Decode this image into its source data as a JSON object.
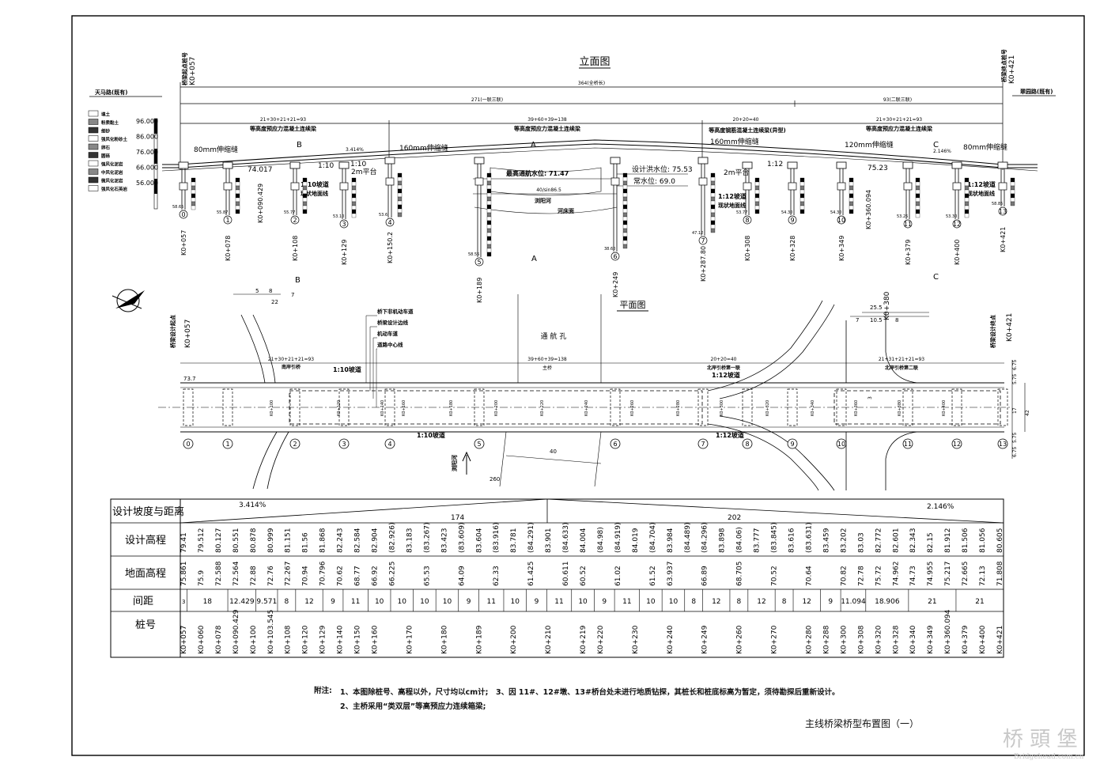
{
  "elevation": {
    "title": "立面图",
    "start_station": "K0+057",
    "start_label": "桥梁起点桩号",
    "end_station": "K0+421",
    "end_label": "桥梁终点桩号",
    "left_road": "天马路(既有)",
    "right_road": "翠园路(既有)",
    "total_span": "364(全桥长)",
    "span_left": "271(一联三联)",
    "span_right": "93(二联三联)",
    "group1_formula": "21+30+21+21=93",
    "group1_desc": "等高度预应力混凝土连续梁",
    "group2_formula": "39+60+39=138",
    "group2_desc": "等高度预应力混凝土连续梁",
    "group3_formula": "20+20=40",
    "group3_desc": "等高度钢筋混凝土连续梁(异型)",
    "group4_formula": "21+30+21+21=93",
    "group4_desc": "等高度预应力混凝土连续梁",
    "joints": [
      "80mm伸缩缝",
      "160mm伸缩缝",
      "160mm伸缩缝",
      "120mm伸缩缝",
      "80mm伸缩缝"
    ],
    "grade_left": "3.414%",
    "grade_right": "2.146%",
    "slope_a": "1:10",
    "slope_b": "1:10",
    "slope_c": "1:12",
    "platform_2m": "2m平台",
    "platform_2m_b": "2m平台",
    "ramp_a": "1:10坡道",
    "ground_a": "现状地面线",
    "ramp_b": "1:12坡道",
    "ground_b": "现状地面线",
    "ramp_c": "1:12坡道",
    "ground_c": "现状地面线",
    "water_high": "最高通航水位: 71.47",
    "water_design": "设计洪水位: 75.53",
    "water_normal": "常水位: 69.0",
    "channel_width": "40/sin86.5",
    "river": "浏阳河",
    "riverbed": "河床面",
    "cut_a": "A",
    "cut_b": "B",
    "cut_c": "C",
    "top_elevs": [
      "74.017",
      "75.23"
    ],
    "elev_scale": [
      "96.000",
      "86.000",
      "76.000",
      "66.000",
      "56.000"
    ],
    "pier_stations": [
      "K0+057",
      "K0+078",
      "K0+108",
      "K0+129",
      "K0+150.2",
      "K0+189",
      "K0+249",
      "K0+287.80",
      "K0+308",
      "K0+328",
      "K0+349",
      "K0+379",
      "K0+400",
      "K0+421"
    ],
    "pier_numbers": [
      "0",
      "1",
      "2",
      "3",
      "4",
      "5",
      "6",
      "7",
      "8",
      "9",
      "10",
      "11",
      "12",
      "13"
    ],
    "pier_elevs": [
      "58.65",
      "55.87",
      "55.77",
      "53.10",
      "53.6",
      "58.55",
      "38.60",
      "47.12",
      "53.77",
      "54.30",
      "54.30",
      "53.25",
      "53.30",
      "58.85"
    ],
    "stations_extra": [
      "K0+090.429",
      "K0+360.094"
    ],
    "legend": [
      "填土",
      "粉质黏土",
      "细砂",
      "强风化粉砂土",
      "卵石",
      "圆砾",
      "强风化泥岩",
      "中风化泥岩",
      "微风化泥岩",
      "强风化石英岩"
    ]
  },
  "plan": {
    "title": "平面图",
    "start_label": "桥梁设计起点",
    "start_station": "K0+057",
    "end_label": "桥梁设计终点",
    "end_station": "K0+421",
    "station_380": "K0+380",
    "span_formula_1": "21+30+21+21=93",
    "span_name_1": "南岸引桥",
    "span_formula_2": "39+60+39=138",
    "span_name_2": "主桥",
    "span_formula_3": "20+20=40",
    "span_name_3": "北岸引桥第一联",
    "span_formula_4": "21+31+21+21=93",
    "span_name_4": "北岸引桥第二联",
    "navigation": "通 航 孔",
    "ramp_1": "1:10坡道",
    "ramp_2": "1:10坡道",
    "ramp_3": "1:12坡道",
    "ramp_4": "1:12坡道",
    "lane_labels": [
      "桥下非机动车道",
      "桥梁设计边线",
      "机动车道",
      "道路中心线"
    ],
    "river": "浏阳河",
    "dim_40": "40",
    "dim_260": "260",
    "dim_73_7": "73.7",
    "dim_25_5": "25.5",
    "dim_row": [
      "7",
      "10.5",
      "8"
    ],
    "dim_top": [
      "5",
      "8",
      "7",
      "22"
    ],
    "right_dims": [
      "6.75",
      "5.75",
      "17",
      "5.75",
      "6.75",
      "42",
      "3"
    ],
    "pier_numbers": [
      "0",
      "1",
      "2",
      "3",
      "4",
      "5",
      "6",
      "7",
      "8",
      "9",
      "10",
      "11",
      "12",
      "13"
    ],
    "station_tags": [
      "K0+100",
      "K0+120",
      "K0+140",
      "K0+160",
      "K0+180",
      "K0+200",
      "K0+220",
      "K0+240",
      "K0+260",
      "K0+280",
      "K0+300",
      "K0+320",
      "K0+340",
      "K0+360",
      "K0+380",
      "K0+400"
    ]
  },
  "table": {
    "row_labels": [
      "设计坡度与距离",
      "设计高程",
      "地面高程",
      "间距",
      "桩号"
    ],
    "grade_left": "3.414%",
    "dist_left": "174",
    "grade_right": "2.146%",
    "dist_right": "202",
    "columns": [
      {
        "station": "K0+057",
        "design": "79.41",
        "ground": "75.861"
      },
      {
        "station": "K0+060",
        "design": "79.512",
        "ground": "75.9"
      },
      {
        "station": "K0+078",
        "design": "80.127",
        "ground": "72.588"
      },
      {
        "station": "K0+090.429",
        "design": "80.551",
        "ground": "72.564"
      },
      {
        "station": "K0+100",
        "design": "80.878",
        "ground": "72.88"
      },
      {
        "station": "K0+103.545",
        "design": "80.999",
        "ground": "72.76"
      },
      {
        "station": "K0+108",
        "design": "81.151",
        "ground": "72.267"
      },
      {
        "station": "K0+120",
        "design": "81.56",
        "ground": "70.94"
      },
      {
        "station": "K0+129",
        "design": "81.868",
        "ground": "70.796"
      },
      {
        "station": "K0+140",
        "design": "82.243",
        "ground": "70.62"
      },
      {
        "station": "K0+150",
        "design": "82.584",
        "ground": "68.77"
      },
      {
        "station": "K0+160",
        "design": "82.904",
        "ground": "66.92"
      },
      {
        "station": "",
        "design": "(82.926)",
        "ground": "66.225"
      },
      {
        "station": "K0+170",
        "design": "83.183",
        "ground": ""
      },
      {
        "station": "",
        "design": "(83.267)",
        "ground": "65.53"
      },
      {
        "station": "K0+180",
        "design": "83.423",
        "ground": ""
      },
      {
        "station": "",
        "design": "(83.609)",
        "ground": "64.09"
      },
      {
        "station": "K0+189",
        "design": "83.604",
        "ground": ""
      },
      {
        "station": "",
        "design": "(83.916)",
        "ground": "62.33"
      },
      {
        "station": "K0+200",
        "design": "83.781",
        "ground": ""
      },
      {
        "station": "",
        "design": "(84.291)",
        "ground": "61.425"
      },
      {
        "station": "K0+210",
        "design": "83.901",
        "ground": ""
      },
      {
        "station": "",
        "design": "(84.633)",
        "ground": "60.611"
      },
      {
        "station": "K0+219",
        "design": "84.004",
        "ground": "60.52"
      },
      {
        "station": "K0+220",
        "design": "(84.98)",
        "ground": ""
      },
      {
        "station": "",
        "design": "(84.919)",
        "ground": "61.02"
      },
      {
        "station": "K0+230",
        "design": "84.019",
        "ground": ""
      },
      {
        "station": "",
        "design": "(84.704)",
        "ground": "61.52"
      },
      {
        "station": "K0+240",
        "design": "83.984",
        "ground": "63.937"
      },
      {
        "station": "",
        "design": "(84.489)",
        "ground": ""
      },
      {
        "station": "K0+249",
        "design": "(84.296)",
        "ground": "66.89"
      },
      {
        "station": "",
        "design": "83.898",
        "ground": ""
      },
      {
        "station": "K0+260",
        "design": "(84.06)",
        "ground": "68.705"
      },
      {
        "station": "",
        "design": "83.777",
        "ground": ""
      },
      {
        "station": "K0+270",
        "design": "(83.845)",
        "ground": "70.52"
      },
      {
        "station": "",
        "design": "83.616",
        "ground": ""
      },
      {
        "station": "K0+280",
        "design": "(83.631)",
        "ground": "70.64"
      },
      {
        "station": "K0+288",
        "design": "83.459",
        "ground": ""
      },
      {
        "station": "K0+300",
        "design": "83.202",
        "ground": "70.82"
      },
      {
        "station": "K0+308",
        "design": "83.03",
        "ground": "72.78"
      },
      {
        "station": "K0+320",
        "design": "82.772",
        "ground": "75.72"
      },
      {
        "station": "K0+328",
        "design": "82.601",
        "ground": "74.962"
      },
      {
        "station": "K0+340",
        "design": "82.343",
        "ground": "74.73"
      },
      {
        "station": "K0+349",
        "design": "82.15",
        "ground": "74.955"
      },
      {
        "station": "K0+360.094",
        "design": "81.912",
        "ground": "75.217"
      },
      {
        "station": "K0+379",
        "design": "81.506",
        "ground": "72.665"
      },
      {
        "station": "K0+400",
        "design": "81.056",
        "ground": "72.13"
      },
      {
        "station": "K0+421",
        "design": "80.605",
        "ground": "71.808"
      }
    ],
    "spacing": [
      "3",
      "18",
      "12.429",
      "9.571",
      "8",
      "12",
      "9",
      "11",
      "10",
      "10",
      "10",
      "10",
      "9",
      "11",
      "10",
      "9",
      "11",
      "10",
      "9",
      "11",
      "10",
      "10",
      "8",
      "12",
      "8",
      "12",
      "8",
      "12",
      "9",
      "11.094",
      "18.906",
      "21",
      "21"
    ]
  },
  "notes": {
    "label": "附注:",
    "n1": "1、本图除桩号、高程以外，尺寸均以cm计;",
    "n2": "2、主桥采用“类双层”等高预应力连续箱梁;",
    "n3": "3、因 11#、12#墩、13#桥台处未进行地质钻探，其桩长和桩底标高为暂定，须待勘探后重新设计。"
  },
  "drawing_title": "主线桥梁桥型布置图（一）",
  "watermark": {
    "cn": "桥 頭 堡",
    "en": "Bridgehead.com.cn"
  }
}
